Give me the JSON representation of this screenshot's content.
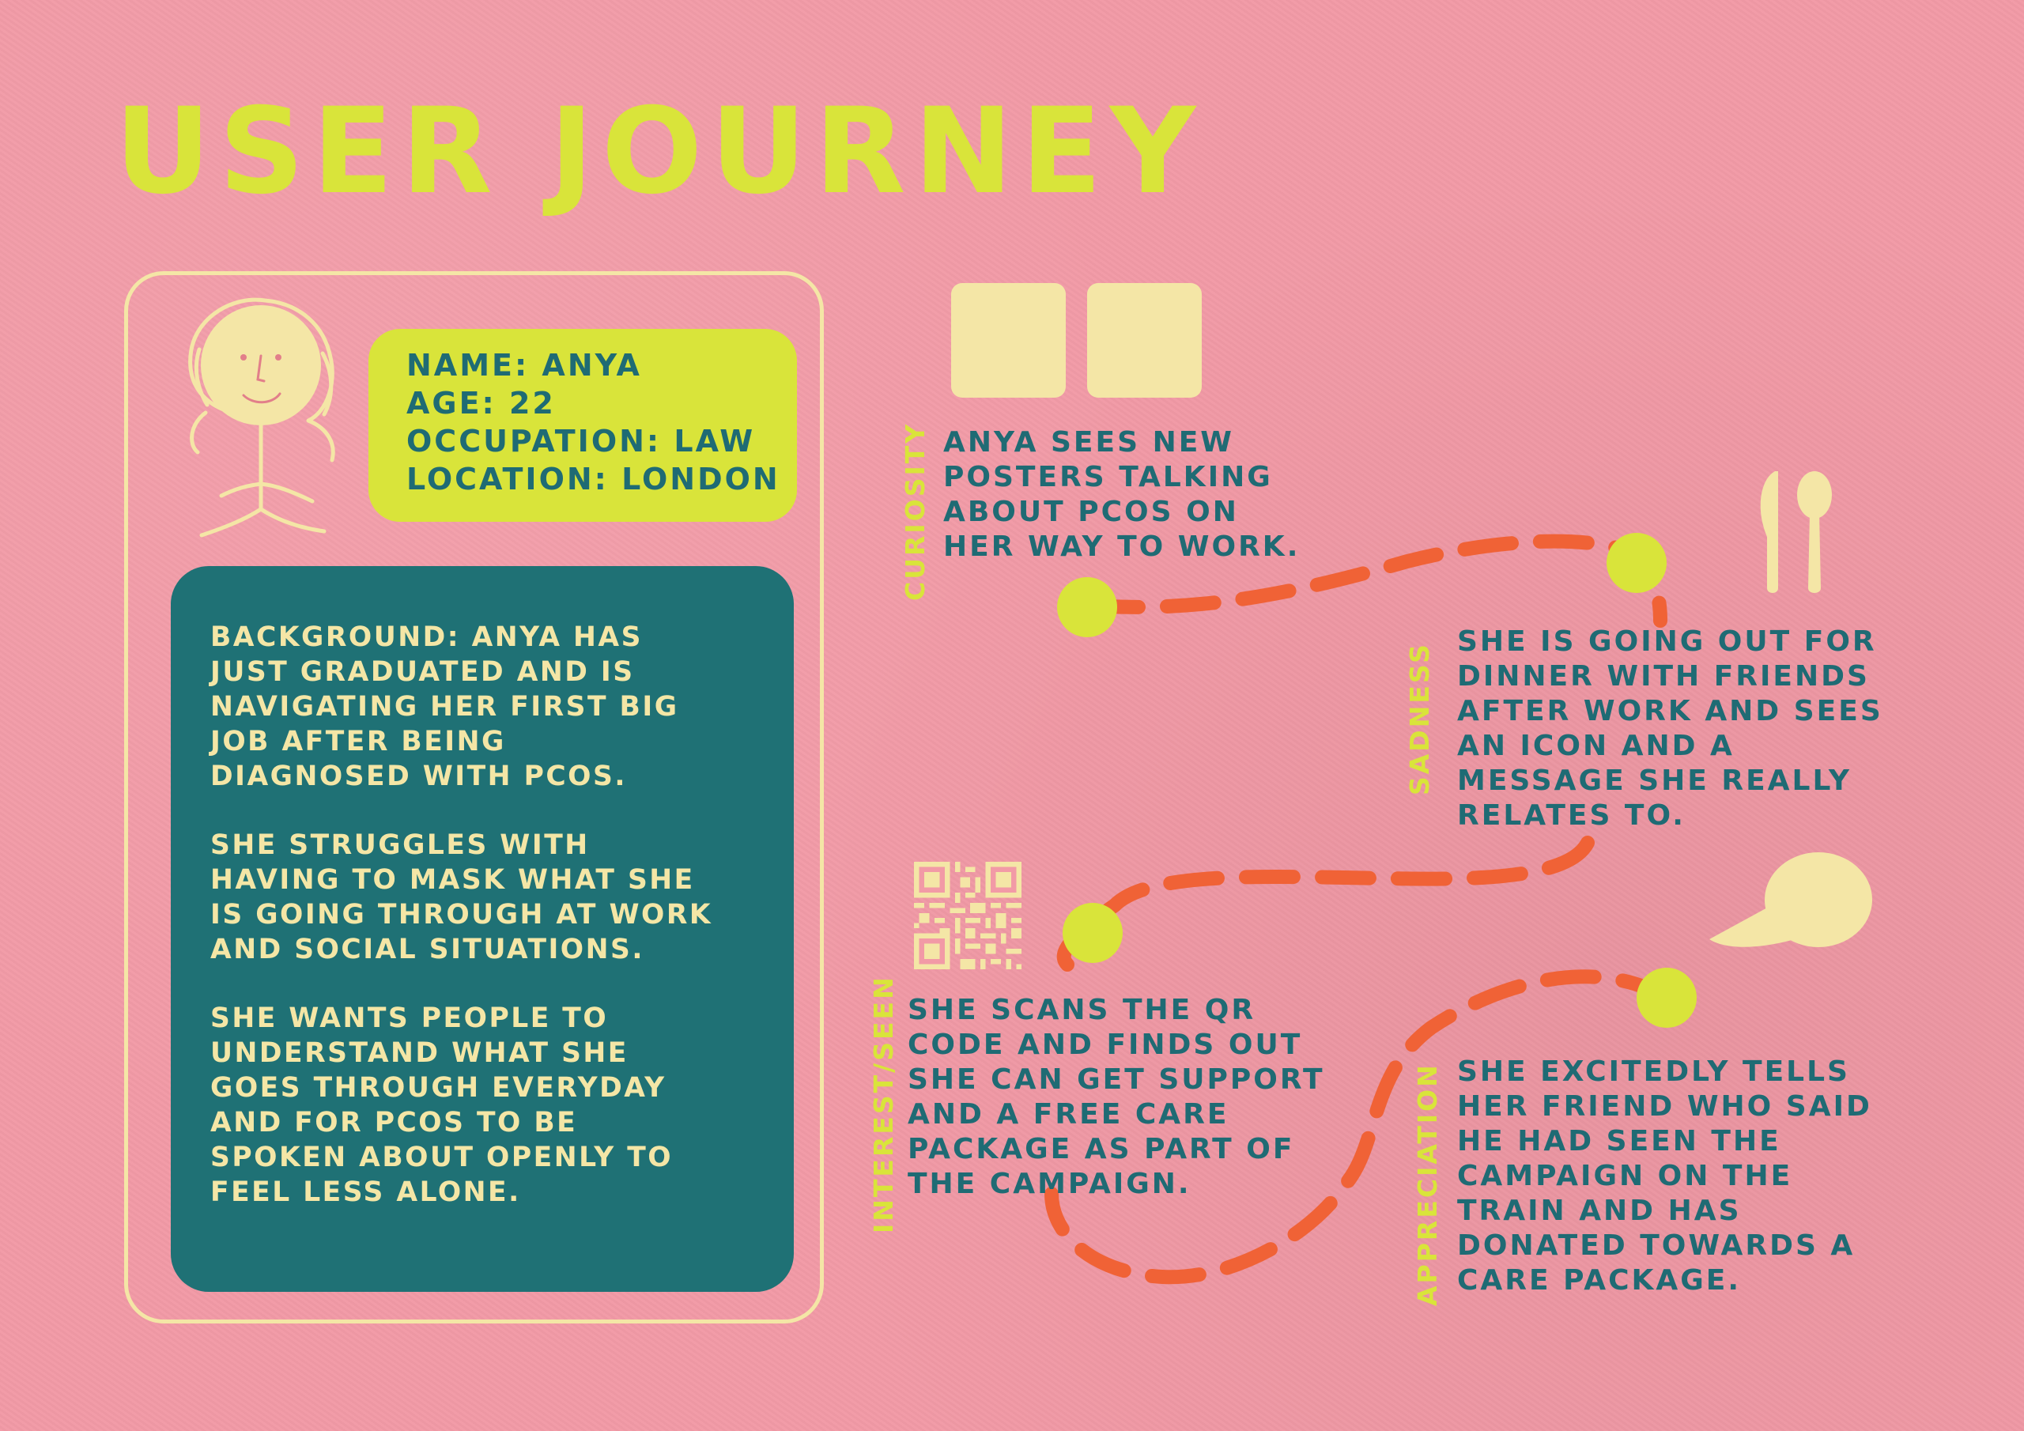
{
  "title": "USER JOURNEY",
  "colors": {
    "background": "#f29aa6",
    "lime": "#d9e43a",
    "cream": "#f4e6a6",
    "teal": "#1f7175",
    "path": "#f06236"
  },
  "persona": {
    "name_line": "NAME: ANYA",
    "age_line": "AGE: 22",
    "occupation_line": "OCCUPATION: LAW",
    "location_line": "LOCATION: LONDON",
    "avatar_icon": "stick-figure-avatar"
  },
  "background": {
    "para1": "BACKGROUND: ANYA HAS\nJUST GRADUATED AND IS\nNAVIGATING HER FIRST BIG\nJOB AFTER BEING\nDIAGNOSED WITH PCOS.",
    "para2": "SHE STRUGGLES WITH\nHAVING TO MASK WHAT SHE\nIS GOING THROUGH AT WORK\nAND SOCIAL SITUATIONS.",
    "para3": "SHE WANTS PEOPLE TO\nUNDERSTAND WHAT SHE\nGOES THROUGH EVERYDAY\nAND FOR PCOS TO BE\nSPOKEN ABOUT OPENLY TO\nFEEL LESS ALONE."
  },
  "stages": [
    {
      "emotion": "CURIOSITY",
      "text": "ANYA SEES NEW\nPOSTERS TALKING\nABOUT PCOS ON\nHER WAY TO WORK.",
      "icon": "posters-icon"
    },
    {
      "emotion": "SADNESS",
      "text": "SHE IS GOING OUT FOR\nDINNER WITH FRIENDS\nAFTER WORK AND SEES\nAN ICON AND A\nMESSAGE SHE REALLY\nRELATES TO.",
      "icon": "cutlery-icon"
    },
    {
      "emotion": "INTEREST/SEEN",
      "text": "SHE SCANS THE QR\nCODE AND FINDS OUT\nSHE CAN GET SUPPORT\nAND A FREE CARE\nPACKAGE AS PART OF\nTHE CAMPAIGN.",
      "icon": "qr-code-icon"
    },
    {
      "emotion": "APPRECIATION",
      "text": "SHE EXCITEDLY TELLS\nHER FRIEND WHO SAID\nHE HAD SEEN THE\nCAMPAIGN ON THE\nTRAIN AND HAS\nDONATED TOWARDS A\nCARE PACKAGE.",
      "icon": "speech-bubble-icon"
    }
  ]
}
